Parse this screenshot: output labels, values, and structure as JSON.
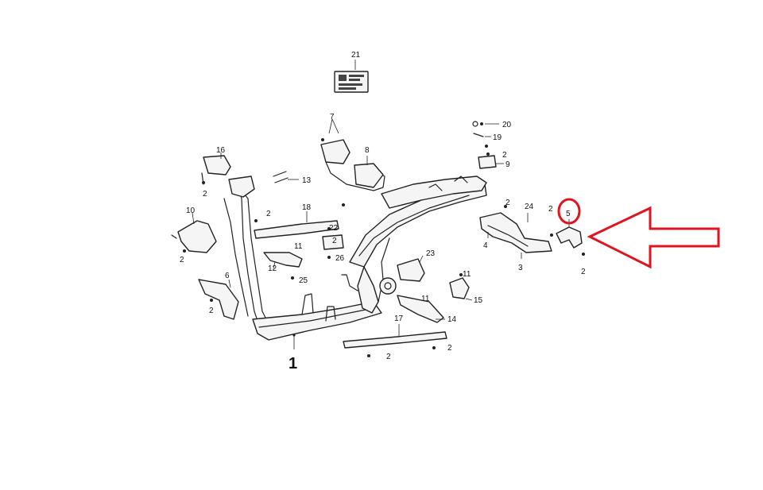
{
  "diagram": {
    "callouts": {
      "c1": "1",
      "c2": "2",
      "c3": "3",
      "c4": "4",
      "c5": "5",
      "c6": "6",
      "c7": "7",
      "c8": "8",
      "c9": "9",
      "c10": "10",
      "c11": "11",
      "c12": "12",
      "c13": "13",
      "c14": "14",
      "c15": "15",
      "c16": "16",
      "c17": "17",
      "c18": "18",
      "c19": "19",
      "c20": "20",
      "c21": "21",
      "c22": "22",
      "c23": "23",
      "c24": "24",
      "c25": "25",
      "c26": "26"
    },
    "highlight": {
      "target_callout": "5",
      "circle_color": "#e0141e",
      "arrow_color": "#e0141e"
    },
    "line_color": "#222222",
    "background": "#ffffff"
  }
}
